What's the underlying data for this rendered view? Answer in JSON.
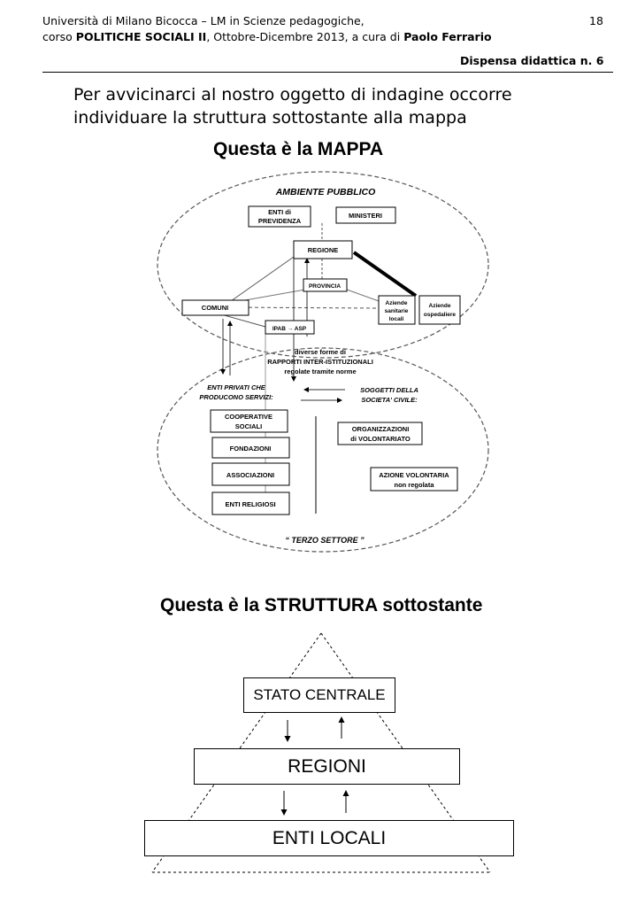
{
  "header": {
    "line1": "Università di Milano Bicocca – LM in Scienze pedagogiche,",
    "line2_prefix": "corso ",
    "line2_course": "POLITICHE SOCIALI II",
    "line2_mid": ", Ottobre-Dicembre 2013,  a cura di ",
    "line2_author": "Paolo Ferrario",
    "page_number": "18",
    "dispensa": "Dispensa didattica n. 6"
  },
  "intro": {
    "line1": "Per avvicinarci al nostro oggetto di indagine occorre",
    "line2": "individuare la struttura sottostante alla mappa"
  },
  "map": {
    "title": "Questa è la MAPPA",
    "ambiente": "AMBIENTE  PUBBLICO",
    "enti_previdenza_1": "ENTI di",
    "enti_previdenza_2": "PREVIDENZA",
    "ministeri": "MINISTERI",
    "regione": "REGIONE",
    "provincia": "PROVINCIA",
    "comuni": "COMUNI",
    "asl_1": "Aziende",
    "asl_2": "sanitarie",
    "asl_3": "locali",
    "ospedaliere_1": "Aziende",
    "ospedaliere_2": "ospedaliere",
    "ipab": "IPAB → ASP",
    "rapporti_1": "diverse forme di",
    "rapporti_2": "RAPPORTI INTER-ISTITUZIONALI",
    "rapporti_3": "regolate tramite norme",
    "privati_1": "ENTI PRIVATI CHE",
    "privati_2": "PRODUCONO SERVIZI:",
    "societa_1": "SOGGETTI DELLA",
    "societa_2": "SOCIETA' CIVILE:",
    "cooperative_1": "COOPERATIVE",
    "cooperative_2": "SOCIALI",
    "fondazioni": "FONDAZIONI",
    "associazioni": "ASSOCIAZIONI",
    "enti_religiosi": "ENTI RELIGIOSI",
    "volontariato_1": "ORGANIZZAZIONI",
    "volontariato_2": "di VOLONTARIATO",
    "azione_1": "AZIONE VOLONTARIA",
    "azione_2": "non regolata",
    "terzo_settore": "“ TERZO  SETTORE ”"
  },
  "structure": {
    "title": "Questa è la STRUTTURA sottostante",
    "level1": "STATO CENTRALE",
    "level2": "REGIONI",
    "level3": "ENTI LOCALI"
  }
}
